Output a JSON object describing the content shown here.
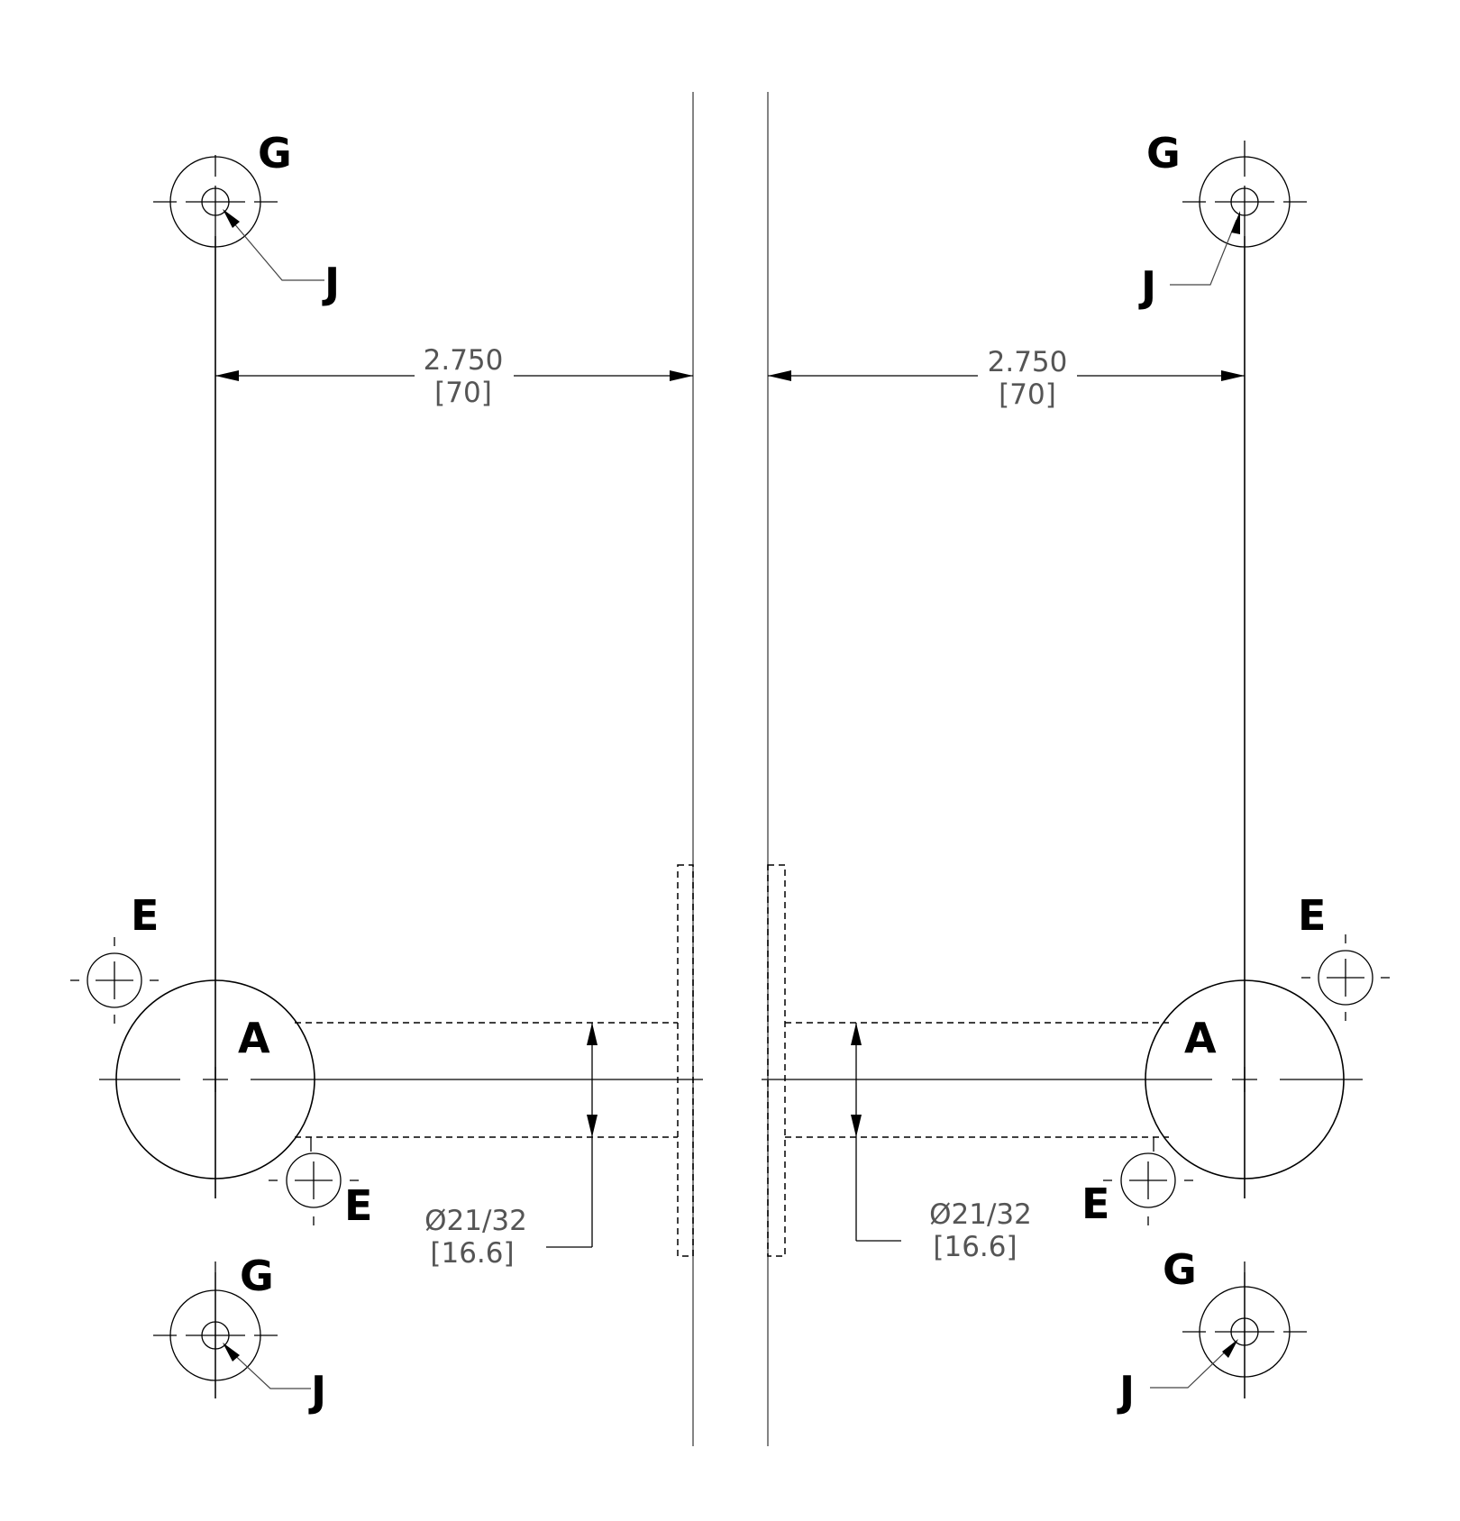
{
  "labels": {
    "g": "G",
    "j": "J",
    "e": "E",
    "a": "A"
  },
  "dimensions": {
    "backset_in": "2.750",
    "backset_mm": "[70]",
    "bore_dia_in": "Ø21/32",
    "bore_dia_mm": "[16.6]"
  }
}
